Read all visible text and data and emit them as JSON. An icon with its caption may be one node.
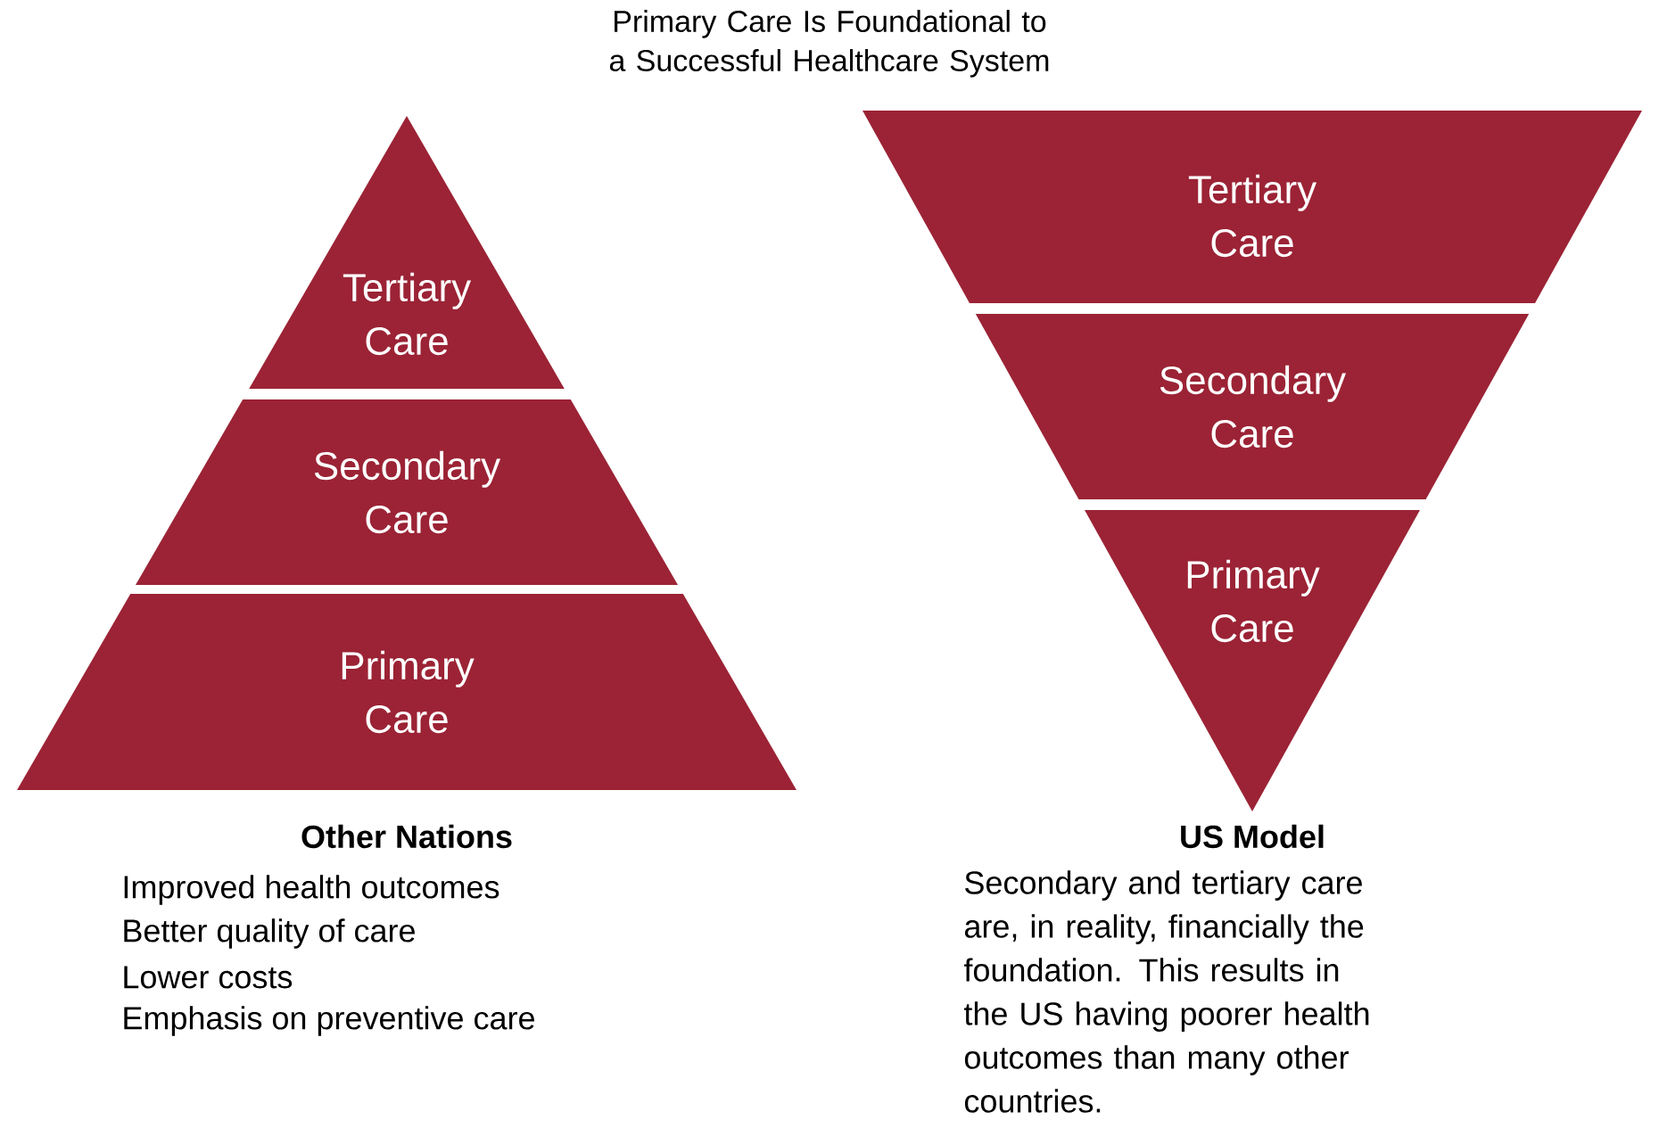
{
  "diagram": {
    "title": "Primary Care Is Foundational to a Successful Healthcare System",
    "nodes": [
      {
        "text": [
          "Tertiary Care"
        ]
      },
      {
        "text": [
          "Secondary Care"
        ]
      },
      {
        "text": [
          "Primary Care"
        ]
      },
      {
        "text": [
          "Tertiary Care"
        ]
      },
      {
        "text": [
          "Secondary Care"
        ]
      },
      {
        "text": [
          "Primary Care"
        ]
      }
    ],
    "labels": [
      "Other Nations",
      "Improved health outcomes",
      "Better quality of care",
      "Lower costs",
      "Emphasis on preventive care",
      "US Model",
      "Secondary and tertiary care are, in reality, financially the foundation. This results in the US having poorer health outcomes than many other countries."
    ]
  }
}
